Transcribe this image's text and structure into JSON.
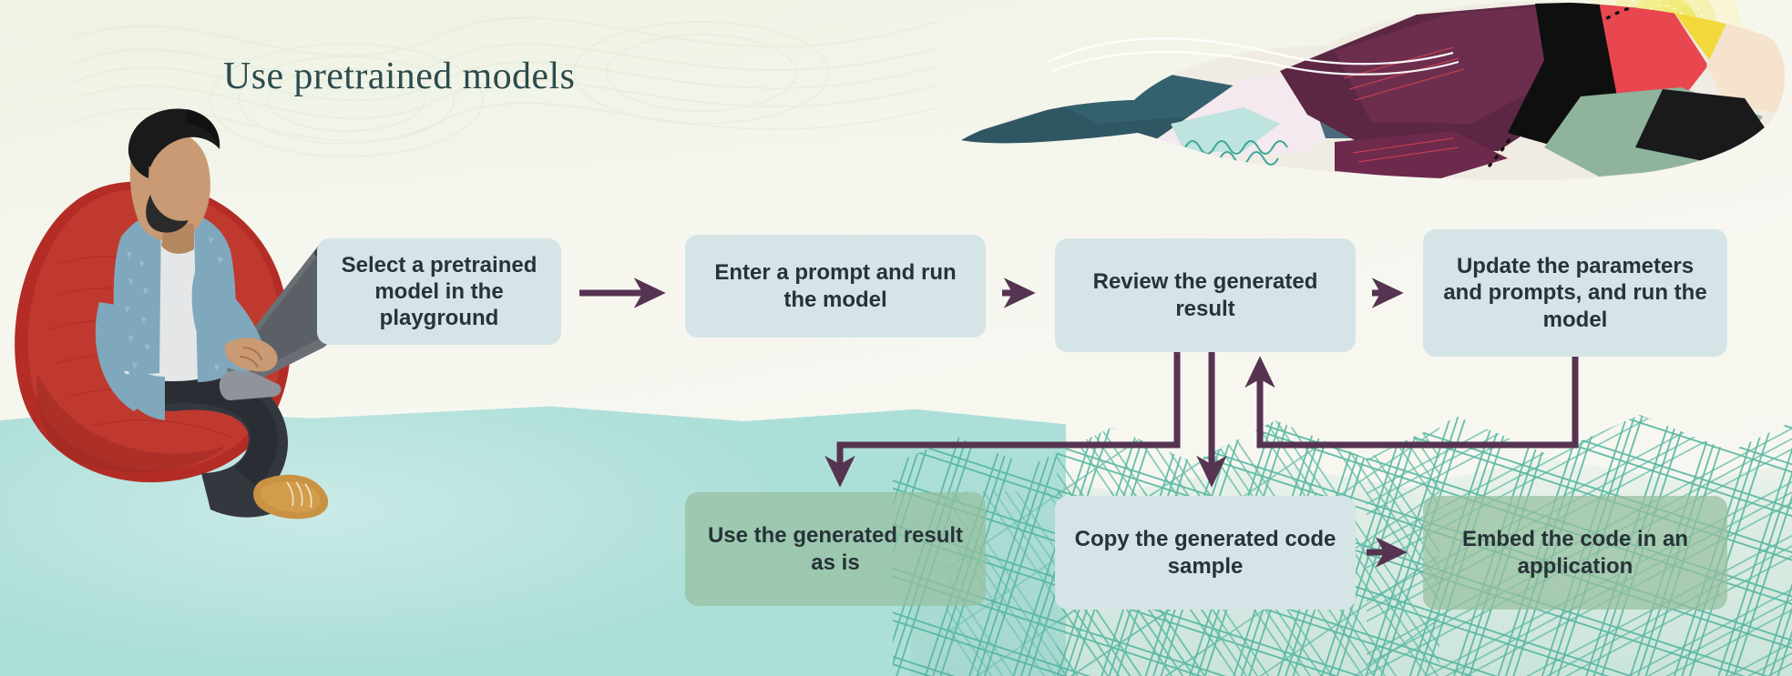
{
  "page": {
    "title": "Use pretrained models",
    "accent_arrow_color": "#563451",
    "box_blue_color": "#d5e4e6",
    "box_green_color": "#96bfa0",
    "title_color": "#2e4b4d",
    "box_text_color": "#273338",
    "background_color": "#f5f6ed",
    "water_color": "#a9ddd7"
  },
  "flow": {
    "top_row": [
      {
        "id": "select",
        "label": "Select a pretrained model in the playground",
        "style": "blue"
      },
      {
        "id": "enter",
        "label": "Enter a prompt and run the model",
        "style": "blue"
      },
      {
        "id": "review",
        "label": "Review the generated result",
        "style": "blue"
      },
      {
        "id": "update",
        "label": "Update the parameters and prompts, and run the model",
        "style": "blue"
      }
    ],
    "bottom_row": [
      {
        "id": "use-result",
        "label": "Use the generated result as is",
        "style": "green"
      },
      {
        "id": "copy-code",
        "label": "Copy the generated code sample",
        "style": "blue"
      },
      {
        "id": "embed",
        "label": "Embed the code in an application",
        "style": "green"
      }
    ],
    "connectors": [
      {
        "id": "select-to-enter",
        "from": "select",
        "to": "enter",
        "kind": "arrow-right"
      },
      {
        "id": "enter-to-review",
        "from": "enter",
        "to": "review",
        "kind": "arrow-right"
      },
      {
        "id": "review-to-update",
        "from": "review",
        "to": "update",
        "kind": "arrow-right"
      },
      {
        "id": "review-to-use-result",
        "from": "review",
        "to": "use-result",
        "kind": "elbow-down-left"
      },
      {
        "id": "review-to-copy-code",
        "from": "review",
        "to": "copy-code",
        "kind": "arrow-down"
      },
      {
        "id": "update-to-review",
        "from": "update",
        "to": "review",
        "kind": "feedback-loop-up"
      },
      {
        "id": "copy-code-to-embed",
        "from": "copy-code",
        "to": "embed",
        "kind": "arrow-right"
      }
    ]
  },
  "illustrations": {
    "person": {
      "name": "person-in-beanbag-with-laptop",
      "hair_color": "#1a1a1a",
      "skin_color": "#c99a73",
      "cardigan_color": "#7fa8bd",
      "shirt_color": "#e4e6e7",
      "trousers_color": "#33383f",
      "shoe_color": "#c99243",
      "beanbag_color": "#bf3a2e",
      "laptop_color": "#6a6f75"
    },
    "collage": {
      "name": "abstract-paper-collage",
      "colors": [
        "#6d2a4c",
        "#e8474f",
        "#111111",
        "#2e5663",
        "#f6e6ee",
        "#8fb39c",
        "#f2d83b",
        "#e98a2b",
        "#f5e3cd"
      ]
    },
    "sun": {
      "name": "sun-with-dotted-rings",
      "color": "#eeea4d"
    }
  }
}
